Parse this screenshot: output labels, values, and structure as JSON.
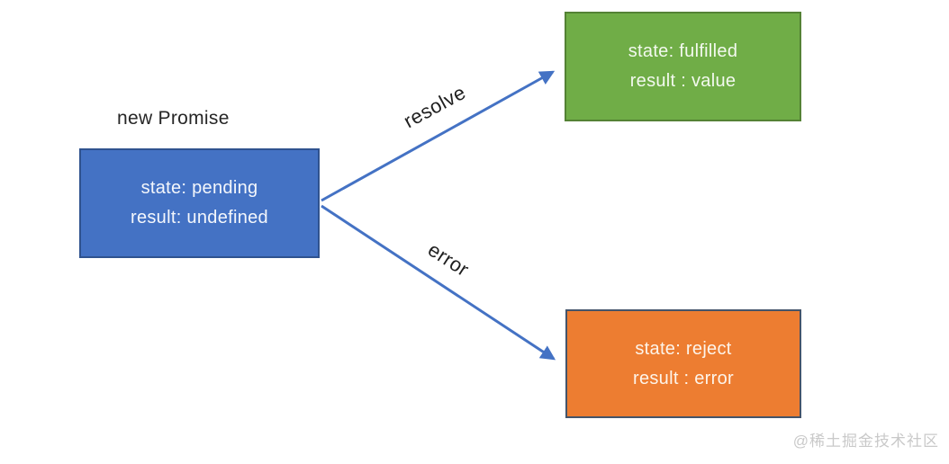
{
  "diagram": {
    "pending": {
      "title": "new Promise",
      "line1": "state: pending",
      "line2": "result: undefined",
      "fill": "#4472C4",
      "border": "#2F528F",
      "text_color": "#F4F7FC"
    },
    "fulfilled": {
      "line1": "state: fulfilled",
      "line2": "result : value",
      "fill": "#70AD47",
      "border": "#548235",
      "text_color": "#F3F9EF"
    },
    "reject": {
      "line1": "state: reject",
      "line2": "result : error",
      "fill": "#ED7D31",
      "border": "#44546A",
      "text_color": "#FDF4EA"
    },
    "edges": {
      "resolve": {
        "label": "resolve",
        "color": "#4472C4"
      },
      "error": {
        "label": "error",
        "color": "#4472C4"
      }
    }
  },
  "watermark": {
    "text": "@稀土掘金技术社区",
    "color": "#C9C9C9"
  }
}
